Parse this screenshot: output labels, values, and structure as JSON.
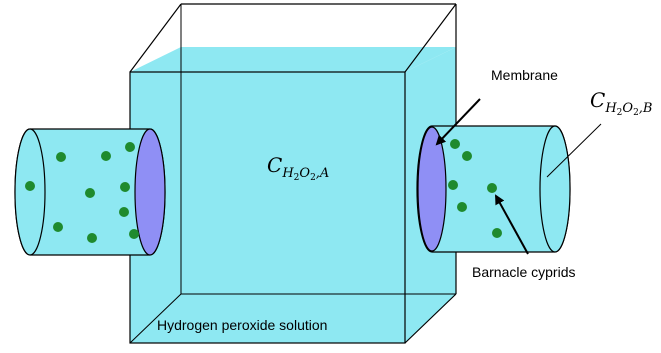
{
  "labels": {
    "membrane": "Membrane",
    "cypris": "Barnacle cyprids",
    "solution": "Hydrogen peroxide solution"
  },
  "concentration_a": {
    "symbol": "C",
    "sub1": "H",
    "sub2": "2",
    "sub3": "O",
    "sub4": "2",
    "suffix": ",A"
  },
  "concentration_b": {
    "symbol": "C",
    "sub1": "H",
    "sub2": "2",
    "sub3": "O",
    "sub4": "2",
    "suffix": ",B"
  },
  "colors": {
    "solution": "#8ee8f2",
    "membrane": "#8f8ff5",
    "cyprid": "#1f8a2e",
    "outline": "#000000"
  }
}
